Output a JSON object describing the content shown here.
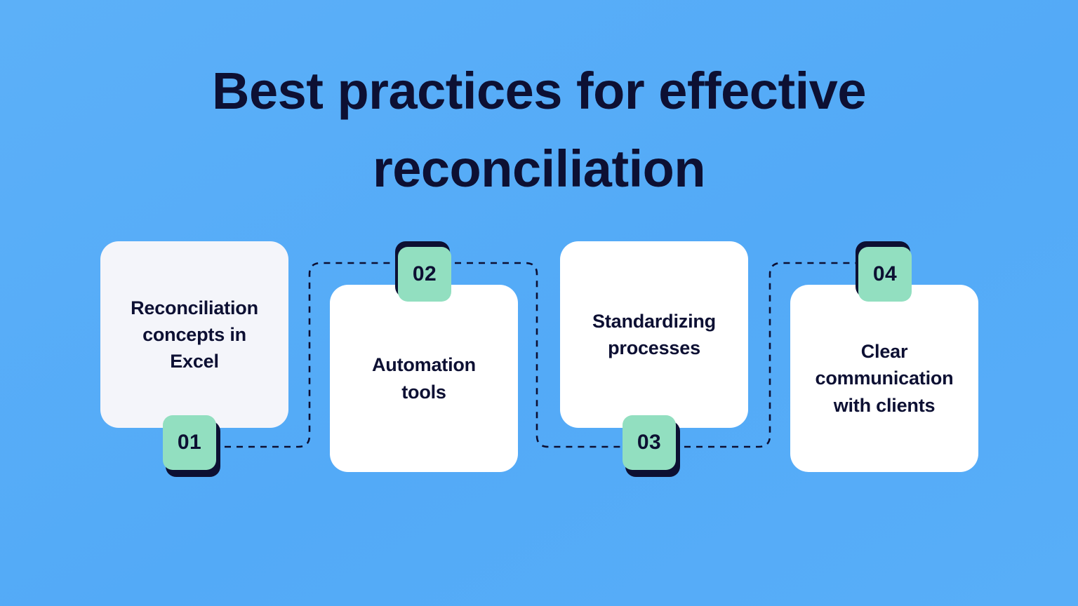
{
  "page": {
    "title": "Best practices for effective reconciliation",
    "background_color": "#55ACF8",
    "text_color": "#0D1033",
    "accent_color": "#92DFC0",
    "connector_style": "dashed",
    "connector_color": "#0D1033"
  },
  "diagram": {
    "type": "numbered-step-flow",
    "step_count": 4,
    "steps": [
      {
        "number": "01",
        "label": "Reconciliation concepts in Excel",
        "card_color": "#F4F5FA",
        "badge_color": "#92DFC0",
        "badge_position": "bottom"
      },
      {
        "number": "02",
        "label": "Automation tools",
        "card_color": "#FFFFFF",
        "badge_color": "#92DFC0",
        "badge_position": "top"
      },
      {
        "number": "03",
        "label": "Standardizing processes",
        "card_color": "#FFFFFF",
        "badge_color": "#92DFC0",
        "badge_position": "bottom"
      },
      {
        "number": "04",
        "label": "Clear communication with clients",
        "card_color": "#FFFFFF",
        "badge_color": "#92DFC0",
        "badge_position": "top"
      }
    ]
  }
}
